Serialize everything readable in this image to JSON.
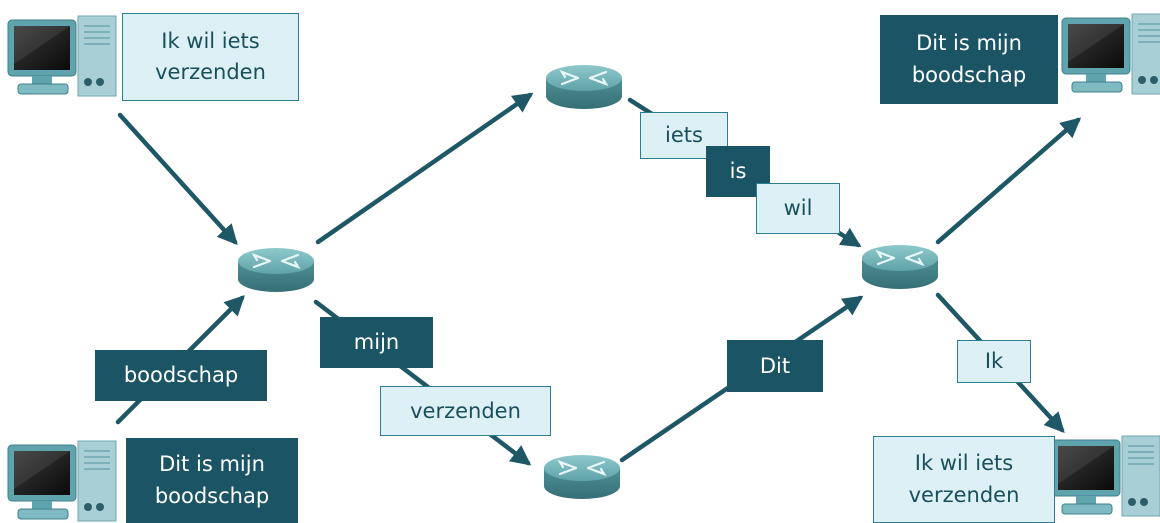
{
  "messages": {
    "top_left": {
      "line1": "Ik wil iets",
      "line2": "verzenden"
    },
    "bottom_left": {
      "line1": "Dit is mijn",
      "line2": "boodschap"
    },
    "top_right": {
      "line1": "Dit is mijn",
      "line2": "boodschap"
    },
    "bottom_right": {
      "line1": "Ik wil iets",
      "line2": "verzenden"
    }
  },
  "packets": {
    "boodschap": "boodschap",
    "mijn": "mijn",
    "verzenden": "verzenden",
    "iets": "iets",
    "is": "is",
    "wil": "wil",
    "dit": "Dit",
    "ik": "Ik"
  },
  "colors": {
    "dark": "#1b5565",
    "light_fill": "#dcf0f5",
    "light_border": "#2b7f92",
    "arrow": "#1e5766",
    "router": "#5fa3a8"
  }
}
